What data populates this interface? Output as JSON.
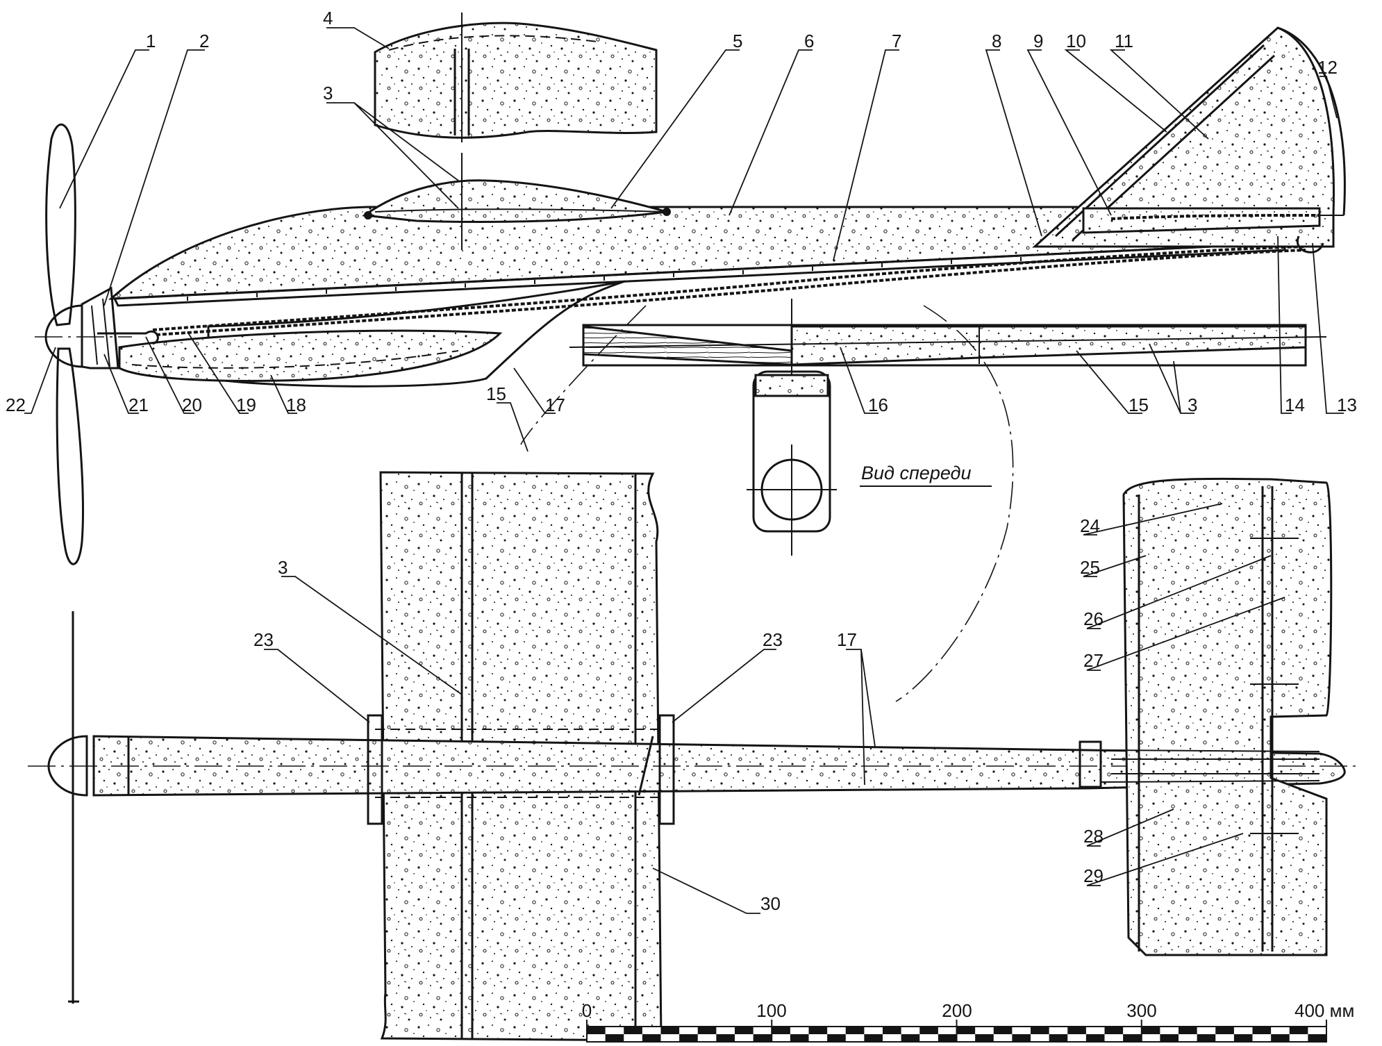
{
  "colors": {
    "ink": "#141414",
    "paper": "#ffffff"
  },
  "callouts": {
    "c1": "1",
    "c2": "2",
    "c3a": "3",
    "c3b": "3",
    "c3c": "3",
    "c4": "4",
    "c5": "5",
    "c6": "6",
    "c7": "7",
    "c8": "8",
    "c9": "9",
    "c10": "10",
    "c11": "11",
    "c12": "12",
    "c13": "13",
    "c14": "14",
    "c15a": "15",
    "c15b": "15",
    "c16": "16",
    "c17a": "17",
    "c17b": "17",
    "c18": "18",
    "c19": "19",
    "c20": "20",
    "c21": "21",
    "c22": "22",
    "c23a": "23",
    "c23b": "23",
    "c24": "24",
    "c25": "25",
    "c26": "26",
    "c27": "27",
    "c28": "28",
    "c29": "29",
    "c30": "30"
  },
  "front_view_label": "Вид спереди",
  "scale": {
    "ticks": [
      "0",
      "100",
      "200",
      "300"
    ],
    "end_label": "400 мм"
  }
}
